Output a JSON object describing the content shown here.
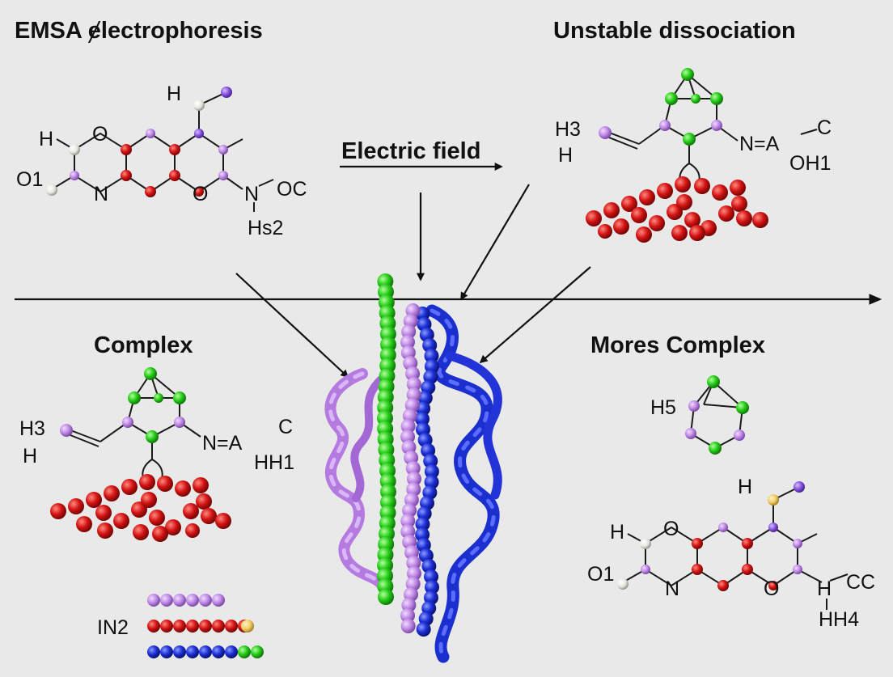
{
  "titles": {
    "top_left": "EMSA ɇlectrophoresis",
    "top_right": "Unstable dissociation",
    "mid_left": "Complex",
    "mid_right": "Mores Complex",
    "field": "Electric field"
  },
  "mol_a": {
    "h_top": "H",
    "h_left": "H",
    "o_top": "O",
    "o_left": "O1",
    "n_bottom": "N",
    "o_right": "O",
    "n_right": "N",
    "oc": "OC",
    "hs2": "Hs2"
  },
  "mol_b": {
    "h3": "H3",
    "h": "H",
    "n_eq_a": "N=A",
    "c": "C",
    "oh1": "OH1"
  },
  "mol_c": {
    "h3": "H3",
    "h": "H",
    "n_eq_a": "N=A",
    "c": "C",
    "hh1": "HH1"
  },
  "mol_d": {
    "h5": "H5"
  },
  "mol_e": {
    "h_top": "H",
    "h_left": "H",
    "o_top": "O",
    "o_left": "O1",
    "n_bottom": "N",
    "o_right": "O",
    "h_right": "H",
    "cc": "CC",
    "hh4": "HH4"
  },
  "legend": {
    "label": "IN2"
  },
  "colors": {
    "red": "#d41414",
    "violet": "#c08ae6",
    "green": "#26cc1a",
    "blue": "#1c2fd6",
    "purple_dark": "#8a55e0",
    "white_atom": "#f2f2ea",
    "yellow": "#f0cc66"
  }
}
